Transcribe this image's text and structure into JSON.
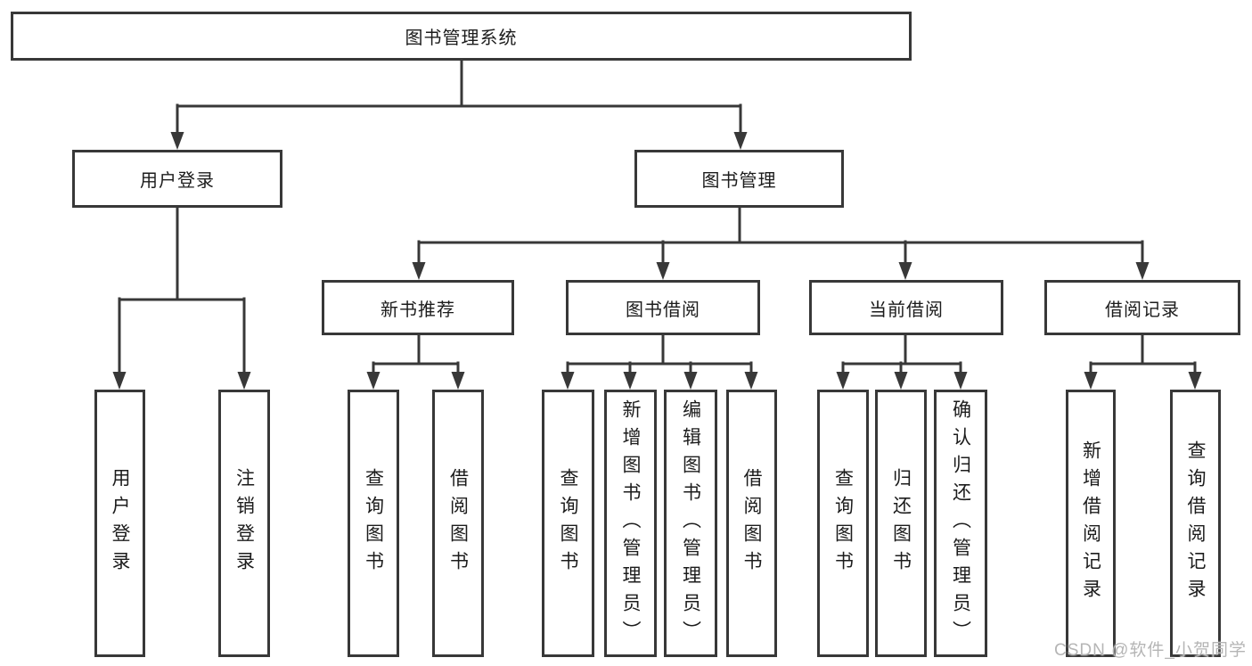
{
  "nodes": {
    "root": {
      "label": "图书管理系统"
    },
    "level2": [
      {
        "label": "用户登录"
      },
      {
        "label": "图书管理"
      }
    ],
    "level3": [
      {
        "label": "新书推荐",
        "parent": "图书管理"
      },
      {
        "label": "图书借阅",
        "parent": "图书管理"
      },
      {
        "label": "当前借阅",
        "parent": "图书管理"
      },
      {
        "label": "借阅记录",
        "parent": "图书管理"
      }
    ],
    "leaves": [
      {
        "label": "用户登录",
        "parent": "用户登录"
      },
      {
        "label": "注销登录",
        "parent": "用户登录"
      },
      {
        "label": "查询图书",
        "parent": "新书推荐"
      },
      {
        "label": "借阅图书",
        "parent": "新书推荐"
      },
      {
        "label": "查询图书",
        "parent": "图书借阅"
      },
      {
        "label": "新增图书（管理员）",
        "parent": "图书借阅"
      },
      {
        "label": "编辑图书（管理员）",
        "parent": "图书借阅"
      },
      {
        "label": "借阅图书",
        "parent": "图书借阅"
      },
      {
        "label": "查询图书",
        "parent": "当前借阅"
      },
      {
        "label": "归还图书",
        "parent": "当前借阅"
      },
      {
        "label": "确认归还（管理员）",
        "parent": "当前借阅"
      },
      {
        "label": "新增借阅记录",
        "parent": "借阅记录"
      },
      {
        "label": "查询借阅记录",
        "parent": "借阅记录"
      }
    ]
  },
  "watermark": {
    "text": "CSDN @软件_小贺同学"
  },
  "colors": {
    "line": "#383838",
    "text": "#1c1c1c",
    "watermark": "#b5b5b5",
    "background": "#ffffff"
  }
}
